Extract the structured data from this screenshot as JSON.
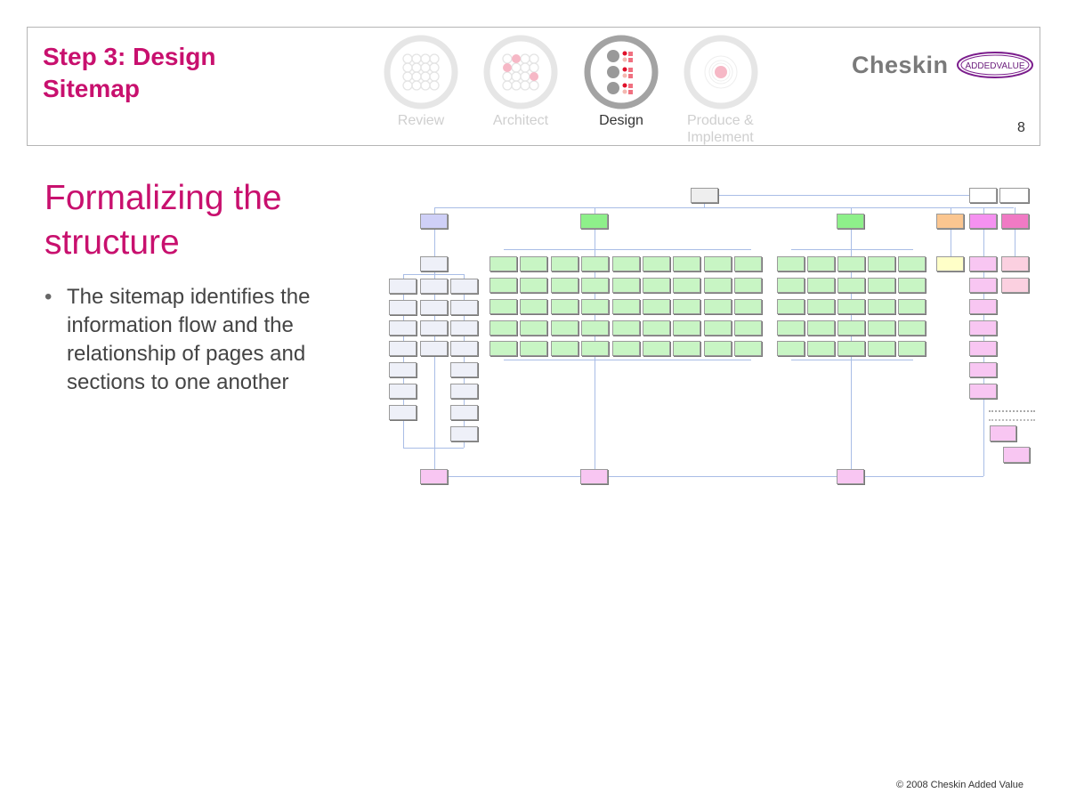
{
  "header": {
    "step_title": "Step 3: Design Sitemap",
    "phases": [
      {
        "label": "Review",
        "active": false
      },
      {
        "label": "Architect",
        "active": false
      },
      {
        "label": "Design",
        "active": true
      },
      {
        "label": "Produce & Implement",
        "active": false
      }
    ],
    "logo": {
      "brand": "Cheskin",
      "sub": "ADDEDVALUE"
    },
    "page_number": "8"
  },
  "main": {
    "heading": "Formalizing the structure",
    "bullets": [
      "The sitemap identifies the information flow and the relationship of pages and sections to one another"
    ]
  },
  "colors": {
    "accent": "#c8106e",
    "green": "#c8f5c4",
    "lavender": "#cfd0f7",
    "pink": "#f8c6f2",
    "orange": "#fbc690",
    "yellow": "#ffffc8"
  },
  "footer": {
    "copyright": "© 2008 Cheskin Added Value"
  }
}
